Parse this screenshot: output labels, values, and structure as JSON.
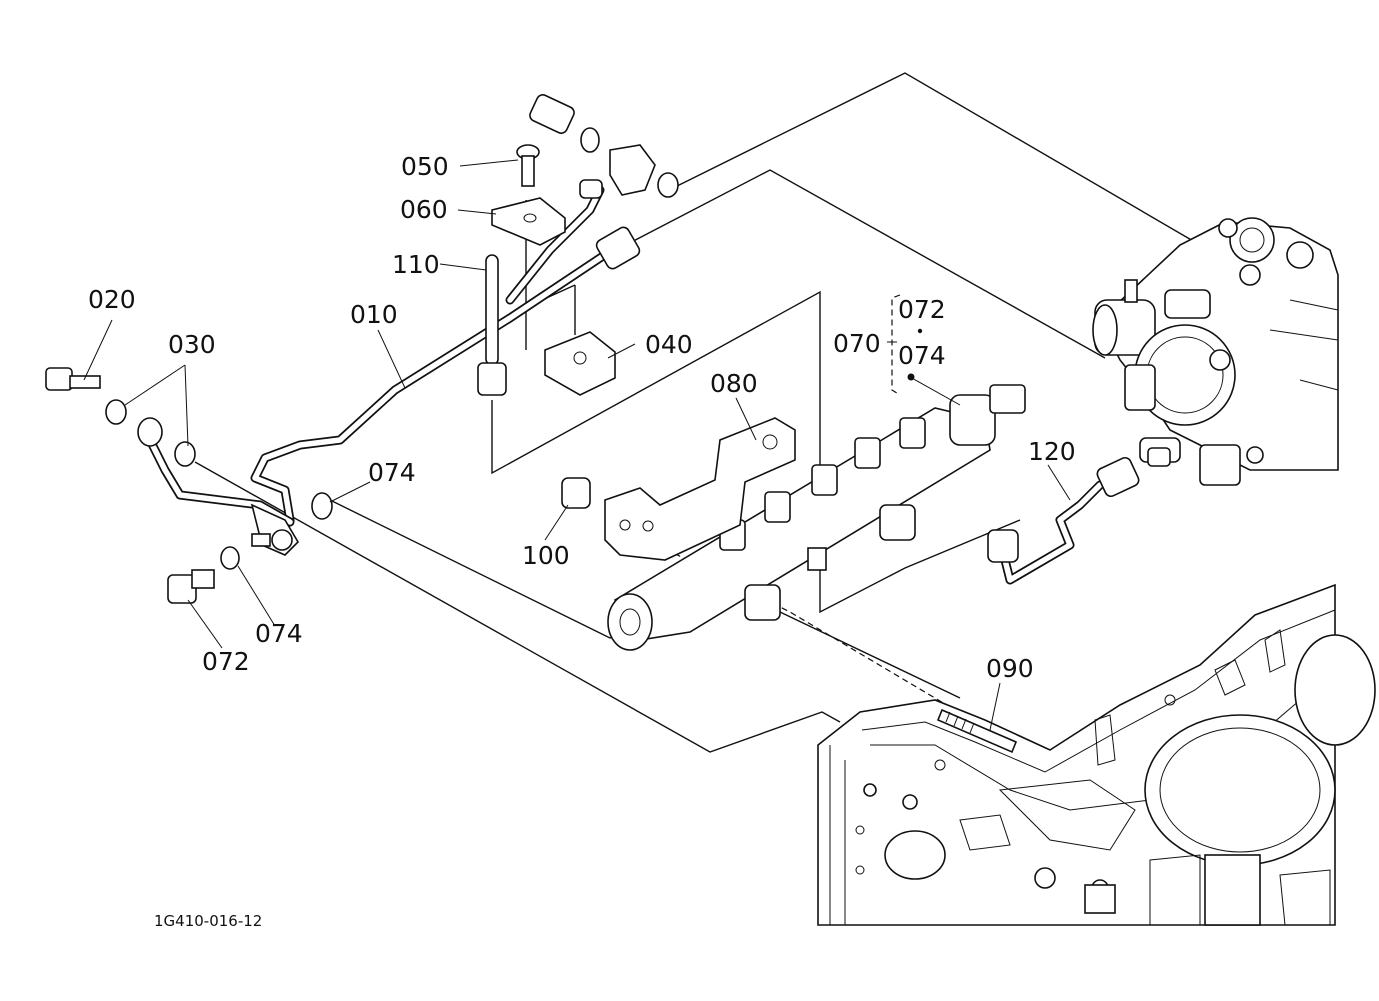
{
  "diagram_code": "1G410-016-12",
  "labels": {
    "p010": "010",
    "p020": "020",
    "p030": "030",
    "p040": "040",
    "p050": "050",
    "p060": "060",
    "p070": "070",
    "p070_072": "072",
    "p070_074": "074",
    "p072": "072",
    "p074a": "074",
    "p074b": "074",
    "p080": "080",
    "p090": "090",
    "p100": "100",
    "p110": "110",
    "p120": "120"
  }
}
